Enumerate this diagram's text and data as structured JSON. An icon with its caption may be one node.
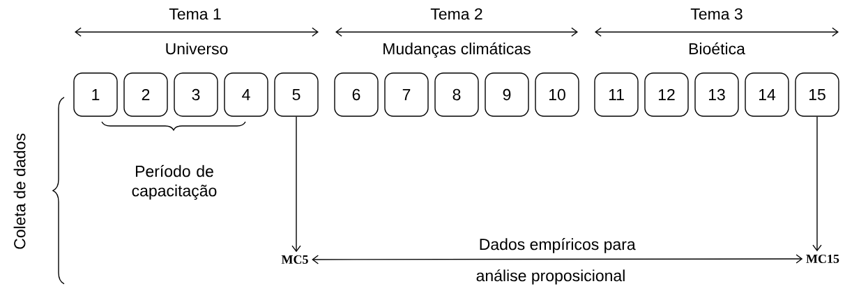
{
  "diagram": {
    "nodes": [
      {
        "text": [
          "1"
        ]
      },
      {
        "text": [
          "2"
        ]
      },
      {
        "text": [
          "3"
        ]
      },
      {
        "text": [
          "4"
        ]
      },
      {
        "text": [
          "5"
        ]
      },
      {
        "text": [
          "6"
        ]
      },
      {
        "text": [
          "7"
        ]
      },
      {
        "text": [
          "8"
        ]
      },
      {
        "text": [
          "9"
        ]
      },
      {
        "text": [
          "10"
        ]
      },
      {
        "text": [
          "11"
        ]
      },
      {
        "text": [
          "12"
        ]
      },
      {
        "text": [
          "13"
        ]
      },
      {
        "text": [
          "14"
        ]
      },
      {
        "text": [
          "15"
        ]
      },
      {
        "text": [
          "MC5"
        ]
      },
      {
        "text": [
          "MC15"
        ]
      }
    ],
    "edges": [
      {
        "from": 4,
        "to": 15,
        "arrow": "to"
      },
      {
        "from": 14,
        "to": 16,
        "arrow": "to"
      },
      {
        "from": 15,
        "to": 16,
        "arrow": "both",
        "label": "Dados empíricos para"
      }
    ],
    "labels": [
      "Tema 1",
      "Tema 2",
      "Tema 3",
      "Universo",
      "Mudanças climáticas",
      "Bioética",
      "Período de capacitação",
      "análise proposicional",
      "Coleta de dados"
    ]
  }
}
